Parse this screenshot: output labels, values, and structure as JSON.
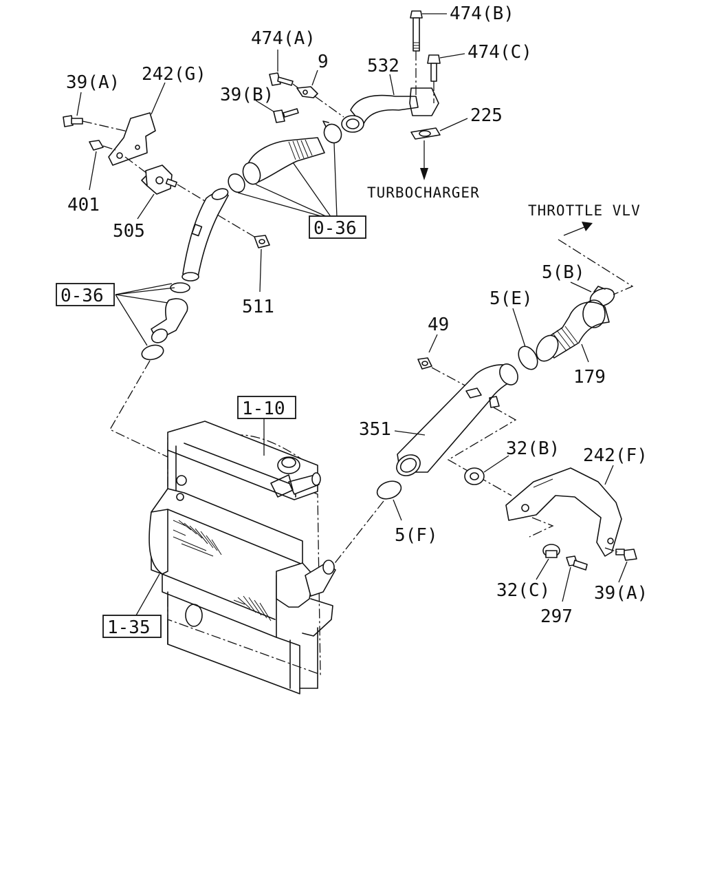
{
  "callouts": {
    "p474b": "474(B)",
    "p474c": "474(C)",
    "p474a": "474(A)",
    "p9": "9",
    "p532": "532",
    "p39b": "39(B)",
    "p39a_top": "39(A)",
    "p242g": "242(G)",
    "p225": "225",
    "p401": "401",
    "p505": "505",
    "p511": "511",
    "p49": "49",
    "p5b": "5(B)",
    "p5e": "5(E)",
    "p179": "179",
    "p351": "351",
    "p32b": "32(B)",
    "p242f": "242(F)",
    "p5f": "5(F)",
    "p32c": "32(C)",
    "p297": "297",
    "p39a_bottom": "39(A)"
  },
  "refs": {
    "r036_top": "0-36",
    "r036_left": "0-36",
    "r110": "1-10",
    "r135": "1-35"
  },
  "notes": {
    "turbocharger": "TURBOCHARGER",
    "throttle": "THROTTLE VLV"
  }
}
